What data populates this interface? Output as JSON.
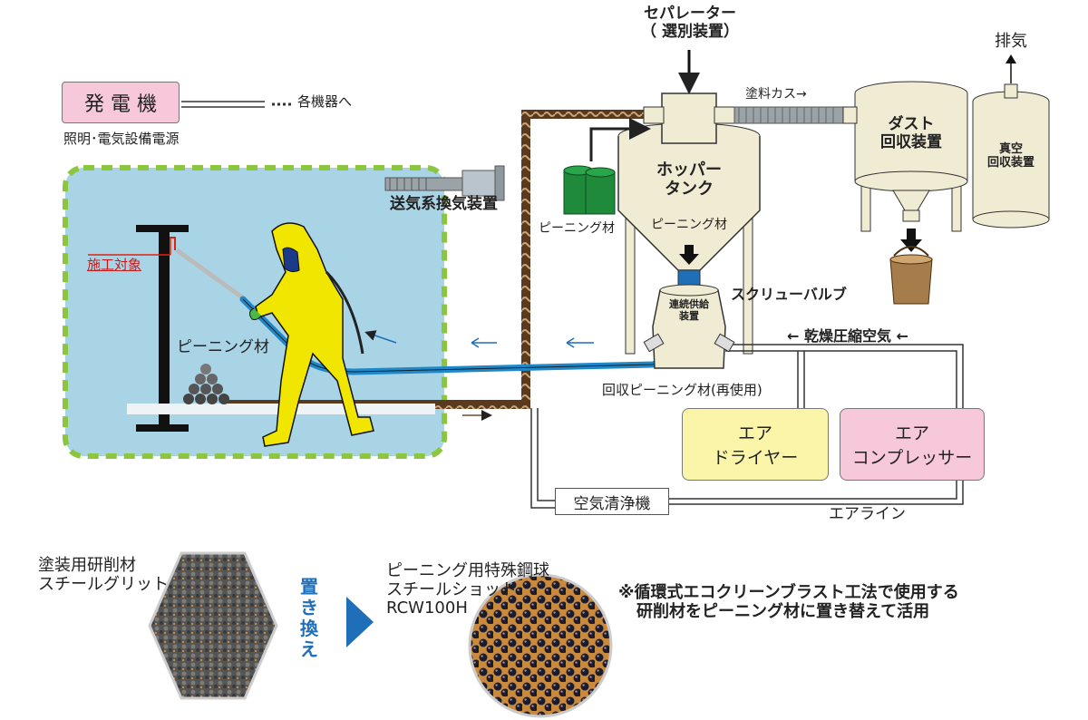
{
  "generator": {
    "label": "発 電 機",
    "sub": "照明･電気設備電源",
    "to_equipment": "各機器へ"
  },
  "ventilation": "送気系換気装置",
  "target_label": "施工対象",
  "media_left": "ピーニング材",
  "separator": {
    "line1": "セパレーター",
    "line2": "（ 選別装置）"
  },
  "exhaust": "排気",
  "paint_dust": "塗料カス→",
  "dust_collector": {
    "line1": "ダスト",
    "line2": "回収装置"
  },
  "vacuum": {
    "line1": "真空",
    "line2": "回収装置"
  },
  "hopper": {
    "line1": "ホッパー",
    "line2": "タンク",
    "media": "ピーニング材"
  },
  "media_cans": "ピーニング材",
  "feeder": {
    "line1": "連続供給",
    "line2": "装置"
  },
  "screw_valve": "スクリューバルブ",
  "dry_air": "← 乾燥圧縮空気 ←",
  "recovered": "回収ピーニング材(再使用)",
  "air_dryer": {
    "line1": "エア",
    "line2": "ドライヤー"
  },
  "air_compressor": {
    "line1": "エア",
    "line2": "コンプレッサー"
  },
  "air_cleaner": "空気清浄機",
  "air_line": "エアライン",
  "grit": {
    "line1": "塗装用研削材",
    "line2": "スチールグリット"
  },
  "replace": [
    "置",
    "き",
    "換",
    "え"
  ],
  "shot": {
    "line1": "ピーニング用特殊鋼球",
    "line2": "スチールショット",
    "line3": "RCW100H"
  },
  "note": {
    "line1": "※循環式エコクリーンブラスト工法で使用する",
    "line2": "研削材をピーニング材に置き替えて活用"
  },
  "colors": {
    "work_area": "#a9d4e6",
    "dashed_border": "#8cc63f",
    "generator_box": "#f7c7da",
    "dryer_box": "#fbf5a9",
    "compressor_box": "#f7c7da",
    "hopper": "#f0ebd3",
    "duct": "#6b4a2b",
    "hose": "#1e88c9",
    "suit": "#f0e600",
    "arrow_blue": "#1e6fb8"
  }
}
